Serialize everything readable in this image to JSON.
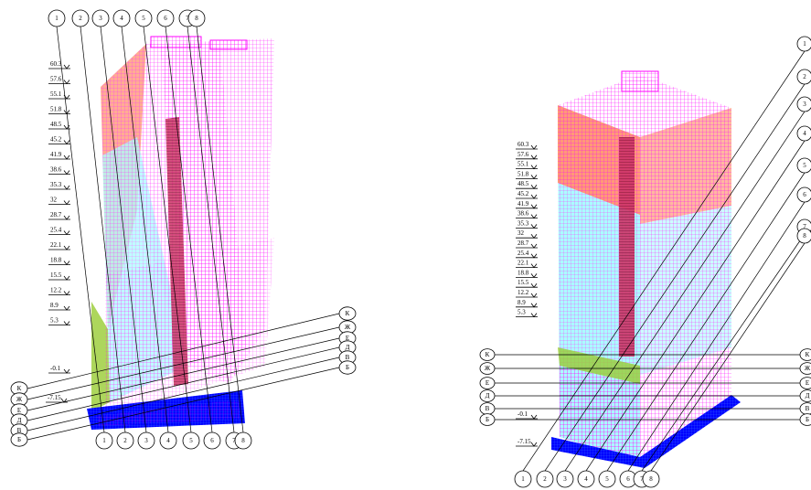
{
  "views": [
    {
      "id": "left",
      "levels": [
        "60.3",
        "57.6",
        "55.1",
        "51.8",
        "48.5",
        "45.2",
        "41.9",
        "38.6",
        "35.3",
        "32",
        "28.7",
        "25.4",
        "22.1",
        "18.8",
        "15.5",
        "12.2",
        "8.9",
        "5.3",
        "-0.1",
        "-7.15"
      ],
      "num_axes": [
        "1",
        "2",
        "3",
        "4",
        "5",
        "6",
        "7",
        "8"
      ],
      "letter_axes": [
        "К",
        "Ж",
        "Е",
        "Д",
        "В",
        "Б"
      ]
    },
    {
      "id": "right",
      "levels": [
        "60.3",
        "57.6",
        "55.1",
        "51.8",
        "48.5",
        "45.2",
        "41.9",
        "38.6",
        "35.3",
        "32",
        "28.7",
        "25.4",
        "22.1",
        "18.8",
        "15.5",
        "12.2",
        "8.9",
        "5.3",
        "-0.1",
        "-7.15"
      ],
      "num_axes": [
        "1",
        "2",
        "3",
        "4",
        "5",
        "6",
        "7",
        "8"
      ],
      "letter_axes": [
        "К",
        "Ж",
        "Е",
        "Д",
        "В",
        "Б"
      ]
    }
  ],
  "colors": {
    "frame": "#ff00ff",
    "walls_upper": "#ff7f66",
    "walls_mid": "#66ffff",
    "walls_low": "#99cc33",
    "foundation": "#0000ff",
    "shaft": "#990033"
  }
}
